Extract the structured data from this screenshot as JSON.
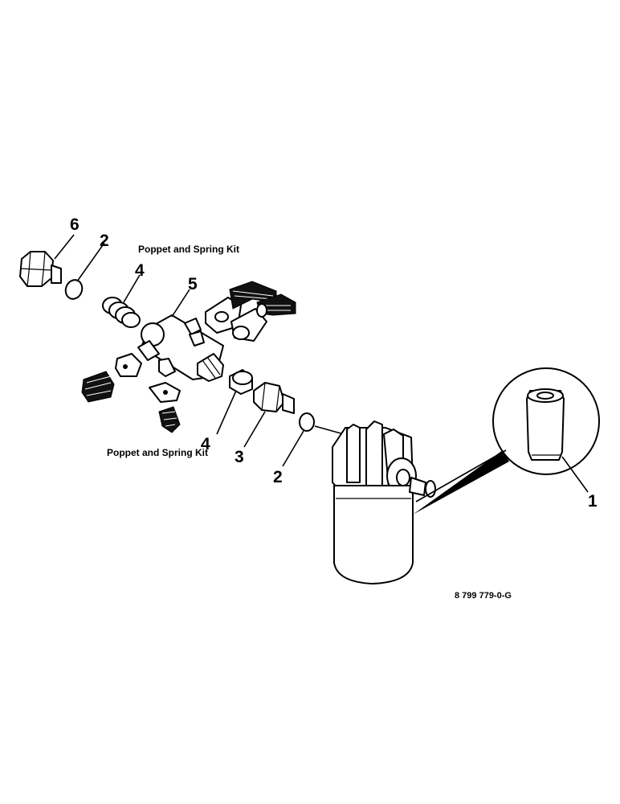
{
  "callouts": {
    "c6": "6",
    "c2a": "2",
    "c4a": "4",
    "c5": "5",
    "c4b": "4",
    "c3": "3",
    "c2b": "2",
    "c1": "1"
  },
  "kit_label_top": "Poppet and Spring Kit",
  "kit_label_bottom": "Poppet and Spring Kit",
  "drawing_code": "8 799 779-0-G"
}
